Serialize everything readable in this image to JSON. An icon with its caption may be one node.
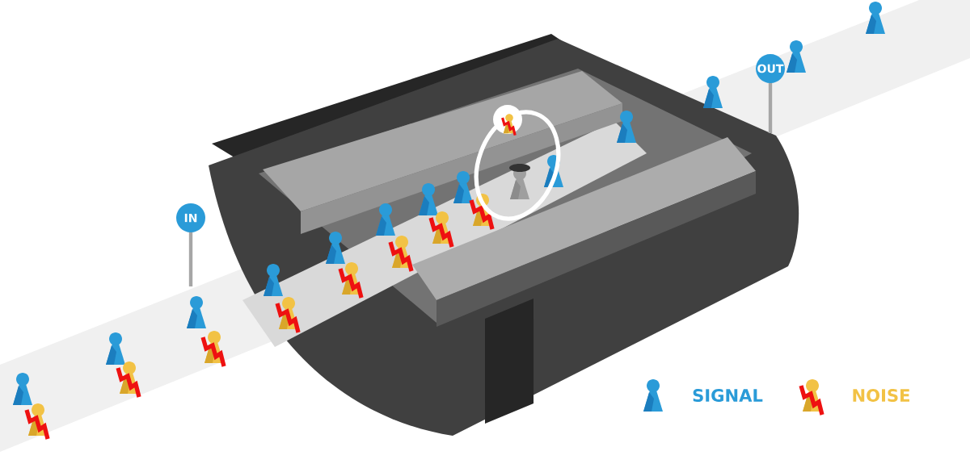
{
  "diagram": {
    "labels": [
      "IN",
      "OUT"
    ],
    "legend": [
      {
        "text": "SIGNAL"
      },
      {
        "text": "NOISE"
      }
    ]
  }
}
